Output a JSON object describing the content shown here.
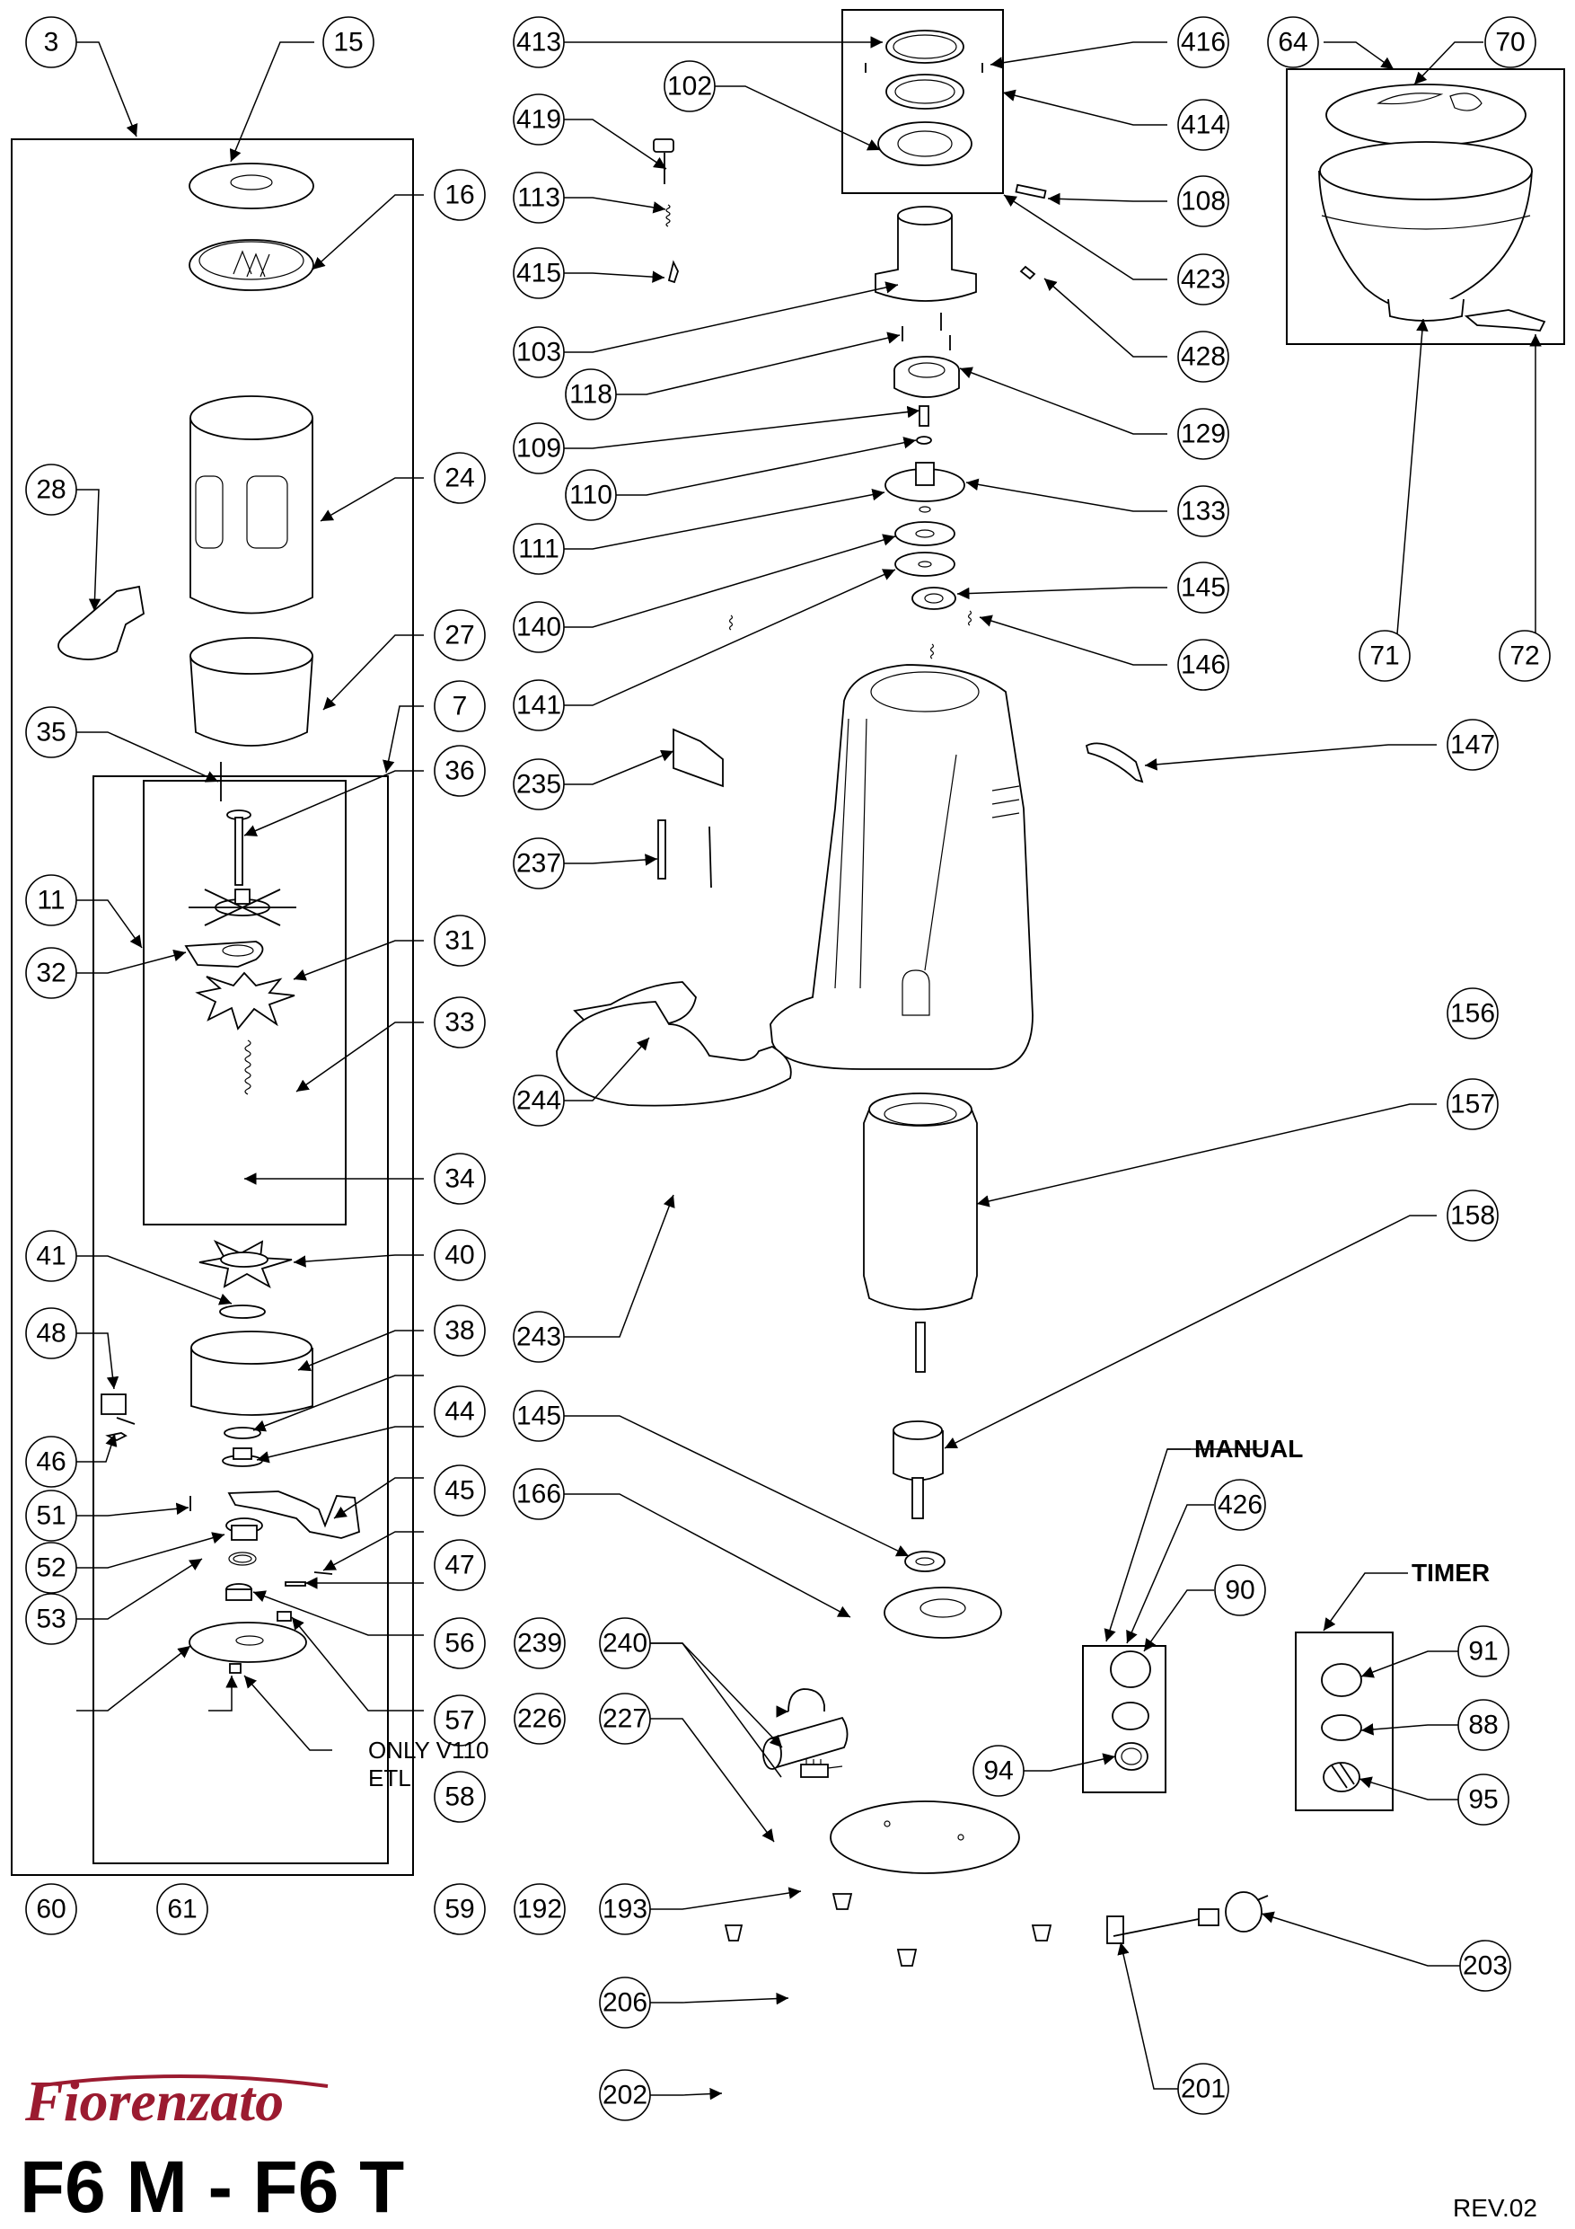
{
  "document": {
    "brand": "Fiorenzato",
    "model_title": "F6 M - F6 T",
    "revision": "REV.02",
    "brand_color": "#9b1b30"
  },
  "section_labels": {
    "manual": "MANUAL",
    "timer": "TIMER",
    "note_line1": "ONLY V110",
    "note_line2": "ETL"
  },
  "callouts": [
    {
      "id": "3",
      "label": "3"
    },
    {
      "id": "15",
      "label": "15"
    },
    {
      "id": "16",
      "label": "16"
    },
    {
      "id": "24",
      "label": "24"
    },
    {
      "id": "28",
      "label": "28"
    },
    {
      "id": "27",
      "label": "27"
    },
    {
      "id": "7",
      "label": "7"
    },
    {
      "id": "35",
      "label": "35"
    },
    {
      "id": "36",
      "label": "36"
    },
    {
      "id": "11",
      "label": "11"
    },
    {
      "id": "31",
      "label": "31"
    },
    {
      "id": "32",
      "label": "32"
    },
    {
      "id": "33",
      "label": "33"
    },
    {
      "id": "34",
      "label": "34"
    },
    {
      "id": "41",
      "label": "41"
    },
    {
      "id": "40",
      "label": "40"
    },
    {
      "id": "48",
      "label": "48"
    },
    {
      "id": "38",
      "label": "38"
    },
    {
      "id": "44",
      "label": "44"
    },
    {
      "id": "45",
      "label": "45"
    },
    {
      "id": "46",
      "label": "46"
    },
    {
      "id": "47",
      "label": "47"
    },
    {
      "id": "51",
      "label": "51"
    },
    {
      "id": "52",
      "label": "52"
    },
    {
      "id": "56",
      "label": "56"
    },
    {
      "id": "53",
      "label": "53"
    },
    {
      "id": "57",
      "label": "57"
    },
    {
      "id": "58",
      "label": "58"
    },
    {
      "id": "60",
      "label": "60"
    },
    {
      "id": "61",
      "label": "61"
    },
    {
      "id": "59",
      "label": "59"
    },
    {
      "id": "413",
      "label": "413"
    },
    {
      "id": "102",
      "label": "102"
    },
    {
      "id": "419",
      "label": "419"
    },
    {
      "id": "113",
      "label": "113"
    },
    {
      "id": "415",
      "label": "415"
    },
    {
      "id": "103",
      "label": "103"
    },
    {
      "id": "118",
      "label": "118"
    },
    {
      "id": "109",
      "label": "109"
    },
    {
      "id": "110",
      "label": "110"
    },
    {
      "id": "111",
      "label": "111"
    },
    {
      "id": "140",
      "label": "140"
    },
    {
      "id": "141",
      "label": "141"
    },
    {
      "id": "235",
      "label": "235"
    },
    {
      "id": "237",
      "label": "237"
    },
    {
      "id": "244",
      "label": "244"
    },
    {
      "id": "243",
      "label": "243"
    },
    {
      "id": "145a",
      "label": "145"
    },
    {
      "id": "166",
      "label": "166"
    },
    {
      "id": "239",
      "label": "239"
    },
    {
      "id": "240",
      "label": "240"
    },
    {
      "id": "226",
      "label": "226"
    },
    {
      "id": "227",
      "label": "227"
    },
    {
      "id": "192",
      "label": "192"
    },
    {
      "id": "193",
      "label": "193"
    },
    {
      "id": "206",
      "label": "206"
    },
    {
      "id": "202",
      "label": "202"
    },
    {
      "id": "416",
      "label": "416"
    },
    {
      "id": "414",
      "label": "414"
    },
    {
      "id": "108",
      "label": "108"
    },
    {
      "id": "423",
      "label": "423"
    },
    {
      "id": "428",
      "label": "428"
    },
    {
      "id": "129",
      "label": "129"
    },
    {
      "id": "133",
      "label": "133"
    },
    {
      "id": "145b",
      "label": "145"
    },
    {
      "id": "146",
      "label": "146"
    },
    {
      "id": "147",
      "label": "147"
    },
    {
      "id": "156",
      "label": "156"
    },
    {
      "id": "157",
      "label": "157"
    },
    {
      "id": "158",
      "label": "158"
    },
    {
      "id": "426",
      "label": "426"
    },
    {
      "id": "90",
      "label": "90"
    },
    {
      "id": "94",
      "label": "94"
    },
    {
      "id": "91",
      "label": "91"
    },
    {
      "id": "88",
      "label": "88"
    },
    {
      "id": "95",
      "label": "95"
    },
    {
      "id": "203",
      "label": "203"
    },
    {
      "id": "201",
      "label": "201"
    },
    {
      "id": "64",
      "label": "64"
    },
    {
      "id": "70",
      "label": "70"
    },
    {
      "id": "71",
      "label": "71"
    },
    {
      "id": "72",
      "label": "72"
    }
  ]
}
